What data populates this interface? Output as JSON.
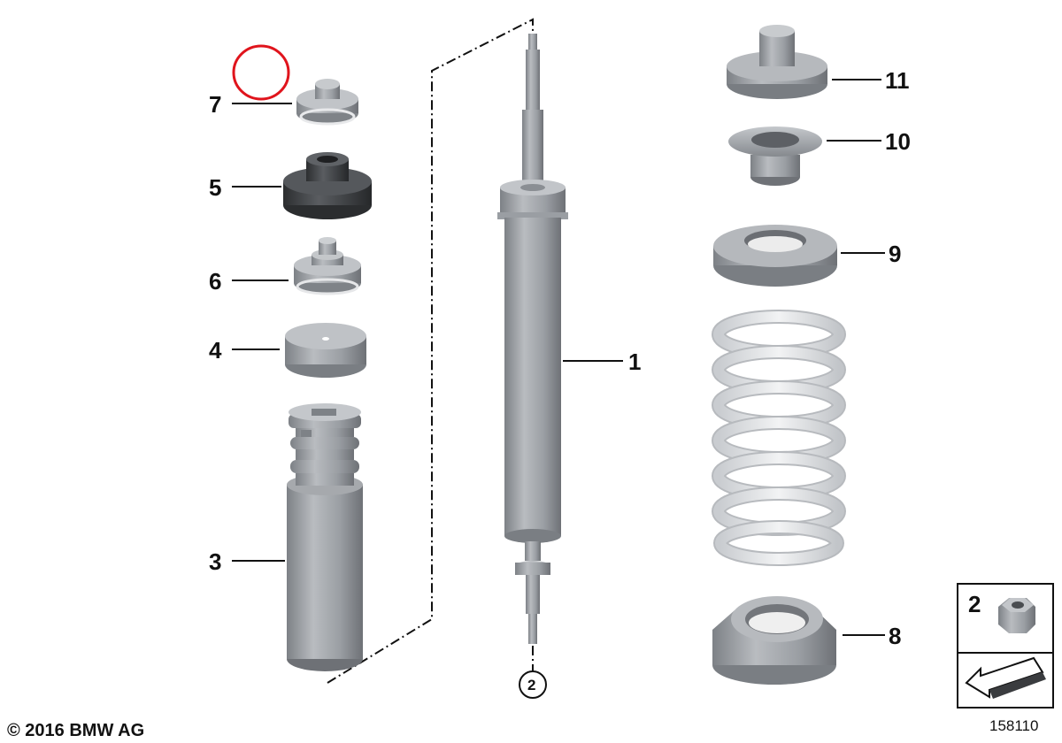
{
  "callouts": {
    "c1": "1",
    "c3": "3",
    "c4": "4",
    "c5": "5",
    "c6": "6",
    "c7": "7",
    "c8": "8",
    "c9": "9",
    "c10": "10",
    "c11": "11"
  },
  "circled_ref": "2",
  "inset_label": "2",
  "copyright": "© 2016 BMW AG",
  "diagram_number": "158110",
  "colors": {
    "part_gray": "#9a9ea3",
    "part_dark": "#3f4144",
    "spring_white": "#e4e6e8",
    "highlight_red": "#e0141c",
    "line": "#111111"
  }
}
